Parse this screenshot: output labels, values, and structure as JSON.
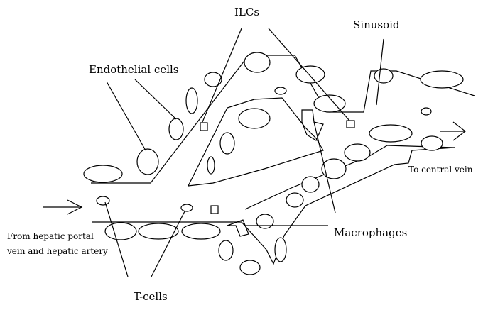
{
  "labels": {
    "ilcs": "ILCs",
    "sinusoid": "Sinusoid",
    "endothelial": "Endothelial cells",
    "to_central": "To central vein",
    "from_hepatic_1": "From hepatic portal",
    "from_hepatic_2": "vein and hepatic artery",
    "macrophages": "Macrophages",
    "tcells": "T-cells"
  }
}
